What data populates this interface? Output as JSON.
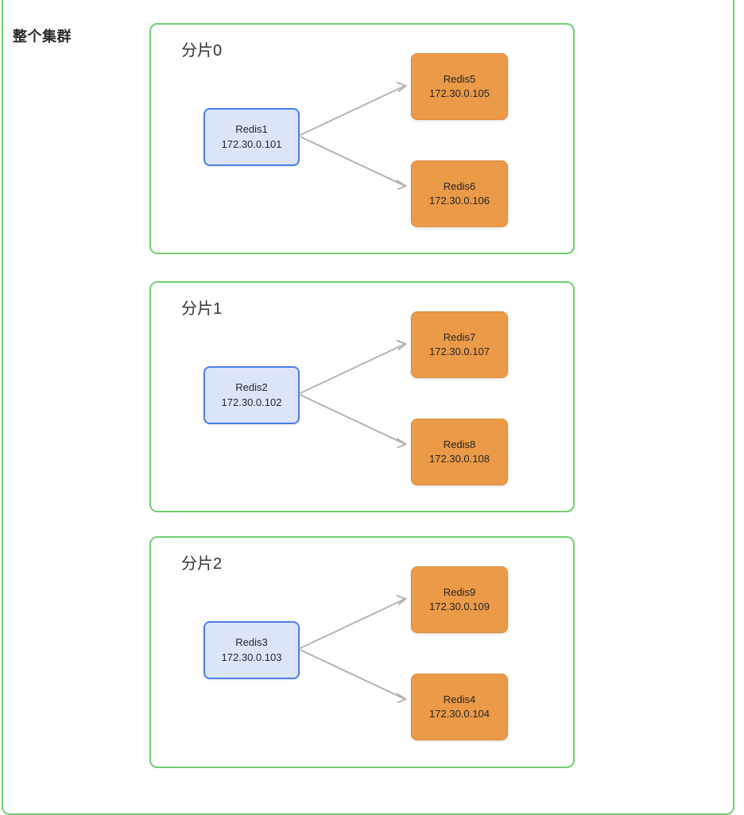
{
  "cluster": {
    "title": "整个集群",
    "border_color": "#6FCF6F"
  },
  "colors": {
    "shard_border": "#6FCF6F",
    "master_fill": "#dce5f8",
    "master_border": "#4a7fe8",
    "replica_fill": "#eb9a47",
    "replica_border": "#dd8c39",
    "arrow": "#b3b3b3",
    "text": "#23252b"
  },
  "shards": [
    {
      "label": "分片0",
      "master": {
        "name": "Redis1",
        "ip": "172.30.0.101",
        "role": "master"
      },
      "replicas": [
        {
          "name": "Redis5",
          "ip": "172.30.0.105",
          "role": "replica"
        },
        {
          "name": "Redis6",
          "ip": "172.30.0.106",
          "role": "replica"
        }
      ]
    },
    {
      "label": "分片1",
      "master": {
        "name": "Redis2",
        "ip": "172.30.0.102",
        "role": "master"
      },
      "replicas": [
        {
          "name": "Redis7",
          "ip": "172.30.0.107",
          "role": "replica"
        },
        {
          "name": "Redis8",
          "ip": "172.30.0.108",
          "role": "replica"
        }
      ]
    },
    {
      "label": "分片2",
      "master": {
        "name": "Redis3",
        "ip": "172.30.0.103",
        "role": "master"
      },
      "replicas": [
        {
          "name": "Redis9",
          "ip": "172.30.0.109",
          "role": "replica"
        },
        {
          "name": "Redis4",
          "ip": "172.30.0.104",
          "role": "replica"
        }
      ]
    }
  ]
}
